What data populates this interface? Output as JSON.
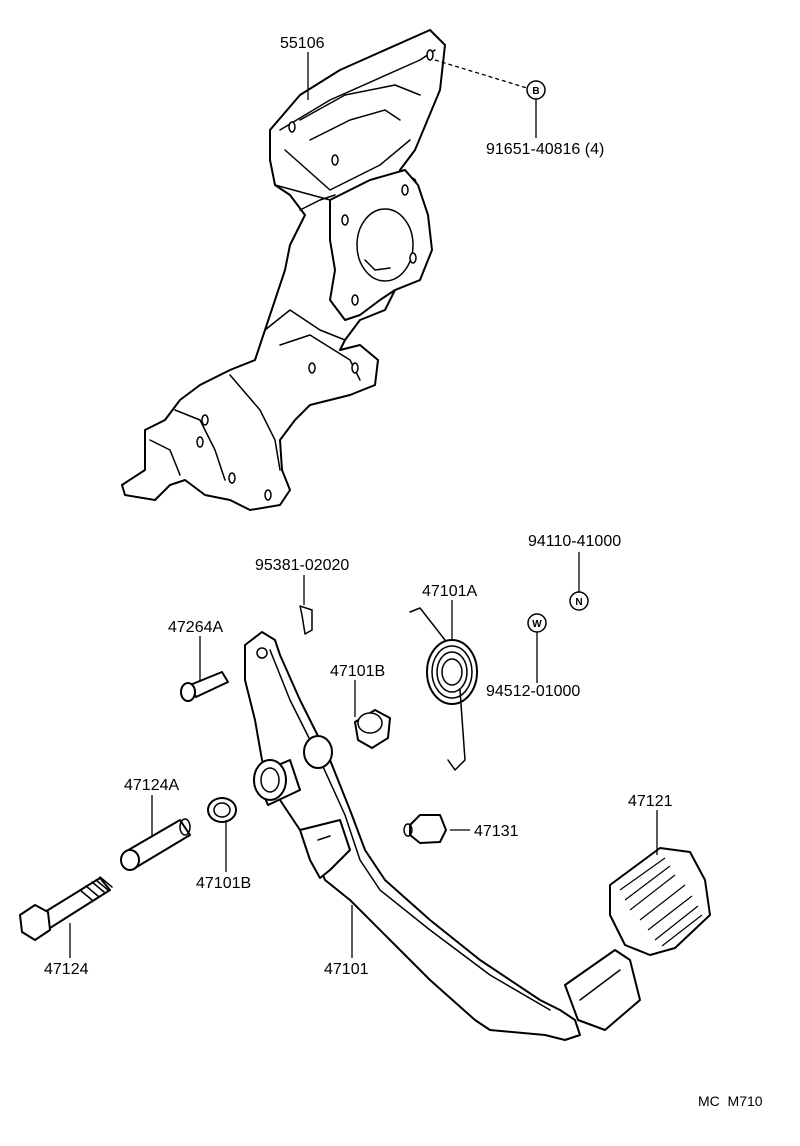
{
  "labels": {
    "bracket": "55106",
    "bolt_b": "91651-40816 (4)",
    "nut": "94110-41000",
    "cotter_pin": "95381-02020",
    "return_spring": "47101A",
    "pin": "47264A",
    "bushing_upper": "47101B",
    "washer": "94512-01000",
    "collar": "47124A",
    "bushing_lower": "47101B",
    "stopper": "47131",
    "pad": "47121",
    "bolt": "47124",
    "pedal_arm": "47101",
    "corner_code": "MC  M710"
  },
  "markers": {
    "b": "B",
    "n": "N",
    "w": "W"
  }
}
